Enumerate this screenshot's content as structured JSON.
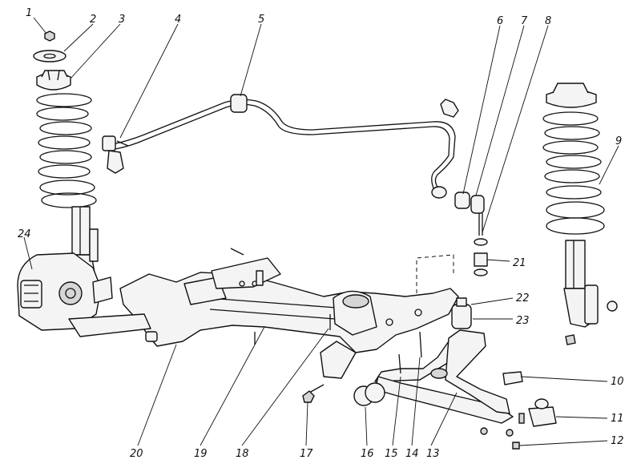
{
  "callouts": [
    {
      "id": "c1",
      "text": "1"
    },
    {
      "id": "c2",
      "text": "2"
    },
    {
      "id": "c3",
      "text": "3"
    },
    {
      "id": "c4",
      "text": "4"
    },
    {
      "id": "c5",
      "text": "5"
    },
    {
      "id": "c6",
      "text": "6"
    },
    {
      "id": "c7",
      "text": "7"
    },
    {
      "id": "c8",
      "text": "8"
    },
    {
      "id": "c9",
      "text": "9"
    },
    {
      "id": "c10",
      "text": "10"
    },
    {
      "id": "c11",
      "text": "11"
    },
    {
      "id": "c12",
      "text": "12"
    },
    {
      "id": "c13",
      "text": "13"
    },
    {
      "id": "c14",
      "text": "14"
    },
    {
      "id": "c15",
      "text": "15"
    },
    {
      "id": "c16",
      "text": "16"
    },
    {
      "id": "c17",
      "text": "17"
    },
    {
      "id": "c18",
      "text": "18"
    },
    {
      "id": "c19",
      "text": "19"
    },
    {
      "id": "c20",
      "text": "20"
    },
    {
      "id": "c21",
      "text": "21"
    },
    {
      "id": "c22",
      "text": "22"
    },
    {
      "id": "c23",
      "text": "23"
    },
    {
      "id": "c24",
      "text": "24"
    }
  ]
}
